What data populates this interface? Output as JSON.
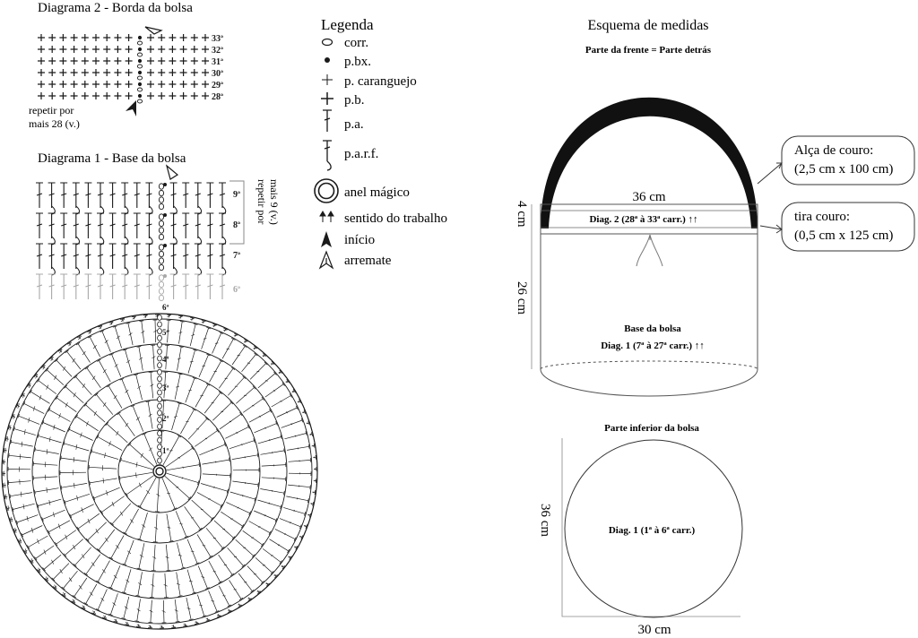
{
  "diagram2": {
    "title": "Diagrama 2 - Borda da bolsa",
    "rows": [
      "33ª",
      "32ª",
      "31ª",
      "30ª",
      "29ª",
      "28ª"
    ],
    "repeat_note": [
      "repetir por",
      "mais 28 (v.)"
    ]
  },
  "diagram1": {
    "title": "Diagrama 1 - Base da bolsa",
    "rows": [
      "9ª",
      "8ª",
      "7ª",
      "6ª"
    ],
    "repeat_note": [
      "repetir por",
      "mais 9 (v.)"
    ],
    "round_labels": [
      "6ª",
      "5ª",
      "4ª",
      "3ª",
      "2ª",
      "1ª"
    ]
  },
  "legend": {
    "title": "Legenda",
    "items": [
      {
        "symbol": "chain-icon",
        "label": "corr."
      },
      {
        "symbol": "slip-stitch-icon",
        "label": "p.bx."
      },
      {
        "symbol": "crab-stitch-icon",
        "label": "p. caranguejo"
      },
      {
        "symbol": "single-crochet-icon",
        "label": "p.b."
      },
      {
        "symbol": "double-crochet-icon",
        "label": "p.a."
      },
      {
        "symbol": "front-post-dc-icon",
        "label": "p.a.r.f."
      },
      {
        "symbol": "magic-ring-icon",
        "label": "anel mágico"
      },
      {
        "symbol": "direction-arrows-icon",
        "label": "sentido do trabalho"
      },
      {
        "symbol": "start-arrow-icon",
        "label": "início"
      },
      {
        "symbol": "finish-arrow-icon",
        "label": "arremate"
      }
    ]
  },
  "scheme": {
    "title": "Esquema de medidas",
    "subtitle": "Parte da frente = Parte detrás",
    "handle_label_1": "Alça de couro:",
    "handle_label_2": "(2,5 cm x 100 cm)",
    "strap_label_1": "tira couro:",
    "strap_label_2": "(0,5 cm x 125 cm)",
    "width": "36 cm",
    "band_height": "4 cm",
    "band_label": "Diag. 2 (28ª à 33ª carr.) ↑↑",
    "body_height": "26 cm",
    "body_label_1": "Base da bolsa",
    "body_label_2": "Diag. 1 (7ª à 27ª carr.) ↑↑"
  },
  "bottom": {
    "title": "Parte inferior da bolsa",
    "height": "36 cm",
    "width": "30 cm",
    "label": "Diag. 1 (1ª à 6ª carr.)"
  },
  "colors": {
    "ink": "#1a1a1a",
    "faded": "#a8a8a8"
  }
}
